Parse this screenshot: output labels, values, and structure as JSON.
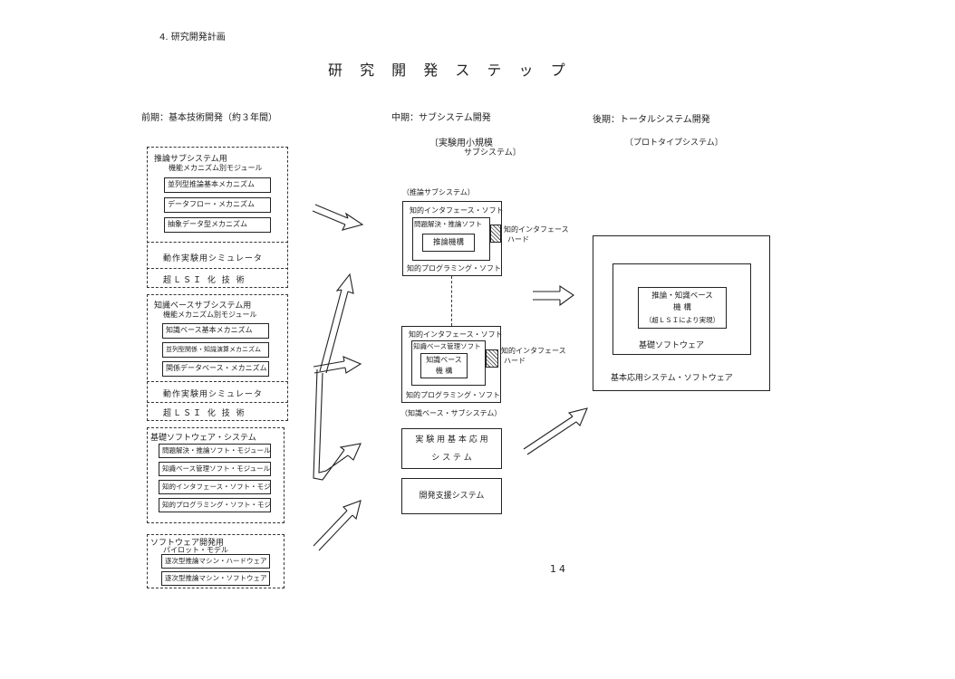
{
  "section_heading": "4. 研究開発計画",
  "title": "研 究 開 発 ス テ ッ プ",
  "page_number": "14",
  "phases": {
    "early": "前期：基本技術開発（約３年間）",
    "middle": "中期：サブシステム開発",
    "middle_sub1": "〔実験用小規模",
    "middle_sub2": "サブシステム〕",
    "late": "後期：トータルシステム開発",
    "late_sub": "〔プロトタイプシステム〕"
  },
  "left": {
    "group1": {
      "title1": "推論サブシステム用",
      "title2": "機能メカニズム別モジュール",
      "items": [
        "並列型推論基本メカニズム",
        "データフロー・メカニズム",
        "抽象データ型メカニズム"
      ],
      "simulator": "動作実験用シミュレータ",
      "lsi": "超ＬＳＩ 化 技 術"
    },
    "group2": {
      "title1": "知識ベースサブシステム用",
      "title2": "機能メカニズム別モジュール",
      "items": [
        "知識ベース基本メカニズム",
        "並列型関係・知識演算メカニズム",
        "関係データベース・メカニズム"
      ],
      "simulator": "動作実験用シミュレータ",
      "lsi": "超ＬＳＩ 化 技 術"
    },
    "group3": {
      "title": "基礎ソフトウェア・システム",
      "items": [
        "問題解決・推論ソフト・モジュール",
        "知識ベース管理ソフト・モジュール",
        "知的インタフェース・ソフト・モジュール",
        "知的プログラミング・ソフト・モジュール"
      ]
    },
    "group4": {
      "title1": "ソフトウェア開発用",
      "title2": "パイロット・モデル",
      "items": [
        "逐次型推論マシン・ハードウェア",
        "逐次型推論マシン・ソフトウェア"
      ]
    }
  },
  "middle": {
    "inference": {
      "caption": "（推論サブシステム）",
      "top": "知的インタフェース・ソフト",
      "inner_label": "問題解決・推論ソフト",
      "core": "推論機構",
      "bottom": "知的プログラミング・ソフト",
      "side1": "知的インタフェース",
      "side2": "ハード"
    },
    "knowledge": {
      "top": "知的インタフェース・ソフト",
      "inner_label": "知識ベース管理ソフト",
      "core1": "知識ベース",
      "core2": "機 構",
      "bottom": "知的プログラミング・ソフト",
      "side1": "知的インタフェース",
      "side2": "ハード",
      "caption": "（知識ベース・サブシステム）"
    },
    "app_system": [
      "実 験 用 基 本 応 用",
      "シ ス テ ム"
    ],
    "dev_support": "開発支援システム"
  },
  "right": {
    "core1": "推論・知識ベース",
    "core2": "機 構",
    "core3": "（超ＬＳＩにより実現）",
    "basic_software": "基礎ソフトウェア",
    "application": "基本応用システム・ソフトウェア"
  }
}
